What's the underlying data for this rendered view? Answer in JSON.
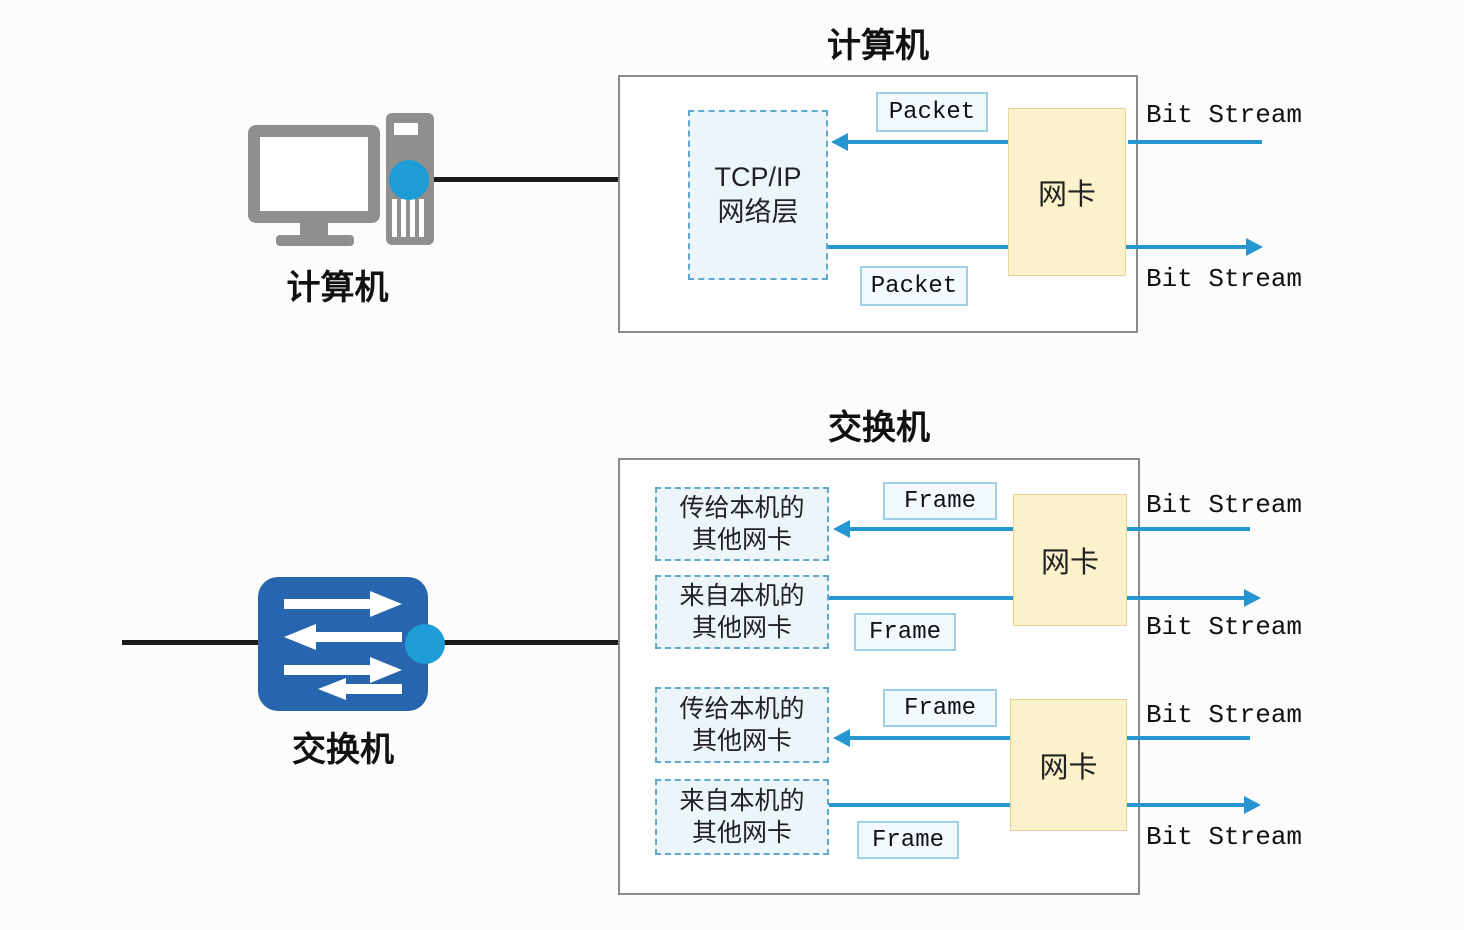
{
  "colors": {
    "arrow": "#2596D1",
    "nic_fill": "#FBF2CB",
    "nic_border": "#E3D294",
    "dashed_fill": "#EBF5FA",
    "dashed_border": "#5FA8D0",
    "label_fill": "#F3FAFD",
    "label_border": "#A0CFE6",
    "box_border": "#8A8A8A",
    "icon_gray": "#8F8F8F",
    "switch_blue": "#2766AE",
    "dot_blue": "#1E9CD8"
  },
  "computer": {
    "title": "计算机",
    "device_label": "计算机",
    "tcp_line1": "TCP/IP",
    "tcp_line2": "网络层",
    "packet_in": "Packet",
    "packet_out": "Packet",
    "nic": "网卡",
    "bitstream_in": "Bit Stream",
    "bitstream_out": "Bit Stream"
  },
  "switch": {
    "title": "交换机",
    "device_label": "交换机",
    "groups": [
      {
        "to_line1": "传给本机的",
        "to_line2": "其他网卡",
        "from_line1": "来自本机的",
        "from_line2": "其他网卡",
        "frame_in": "Frame",
        "frame_out": "Frame",
        "nic": "网卡",
        "bitstream_in": "Bit Stream",
        "bitstream_out": "Bit Stream"
      },
      {
        "to_line1": "传给本机的",
        "to_line2": "其他网卡",
        "from_line1": "来自本机的",
        "from_line2": "其他网卡",
        "frame_in": "Frame",
        "frame_out": "Frame",
        "nic": "网卡",
        "bitstream_in": "Bit Stream",
        "bitstream_out": "Bit Stream"
      }
    ]
  }
}
